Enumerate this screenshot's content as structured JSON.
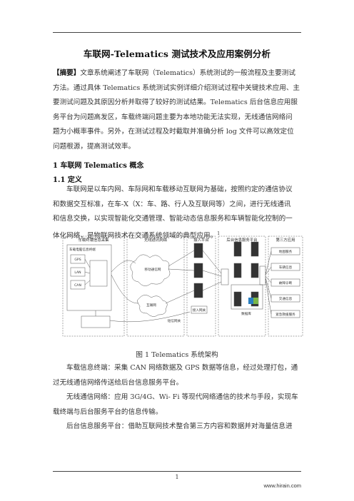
{
  "header": {
    "title": "车联网-Telematics 测试技术及应用案例分析"
  },
  "abstract": {
    "label": "【摘要】",
    "lines": [
      "文章系统阐述了车联网（Telematics）系统测试的一般流程及主要测试",
      "方法。通过具体 Telematics 系统测试实例详细介绍测试过程中关键技术应用、主",
      "要测试问题及其原因分析并取得了较好的测试结果。Telematics 后台信息应用服",
      "务平台为问题高发区，车载终端问题主要为本地功能无法实现，无线通信网络问",
      "题为小概率事件。另外，在测试过程及时截取并准确分析 log 文件可以高效定位",
      "问题根源，提高测试效率。"
    ]
  },
  "section1": {
    "heading": "1  车联网 Telematics 概念",
    "subheading": "1.1 定义",
    "lines": [
      "车联网是以车内网、车际网和车载移动互联网为基础，按照约定的通信协议",
      "和数据交互标准，在车-X（X：车、路、行人及互联网等）之间，进行无线通讯",
      "和信息交换，以实现智能化交通管理、智能动态信息服务和车辆智能化控制的一",
      "体化网络，是物联网技术在交通系统领域的典型应用。"
    ],
    "footnote_mark": "1"
  },
  "figure": {
    "caption": "图 1  Telematics 系统架构",
    "col_headers": [
      "车载终端信息采集",
      "无线通讯网络",
      "接入平台",
      "后台信息服务平台",
      "第三方应用"
    ],
    "labels": {
      "terminal_box": "车载电脑信息终端",
      "gps": "GPS",
      "lan": "LAN",
      "can": "CAN",
      "cloud1": "移动通信网",
      "cloud2": "互联网",
      "sms": "短信网关",
      "gateway": "接入网关",
      "db": "数据库",
      "app1": "地图服务",
      "app2": "车辆信息",
      "app3": "故障诊断",
      "app4": "交通信息",
      "app5": "紧急救援服务"
    }
  },
  "body2": {
    "lines": [
      "车载信息终端：采集 CAN 网络数据及 GPS 数据等信息，经过处理打包，通",
      "过无线通信网络传送给后台信息服务平台。",
      "无线通信网络：应用 3G/4G、Wi- Fi 等现代网络通信的技术与手段，实现车",
      "载终端与后台服务平台的信息传输。",
      "后台信息服务平台：借助互联网技术整合第三方内容和数据并对海量信息进"
    ]
  },
  "footer": {
    "page_number": "1",
    "url": "www.hirain.com"
  }
}
